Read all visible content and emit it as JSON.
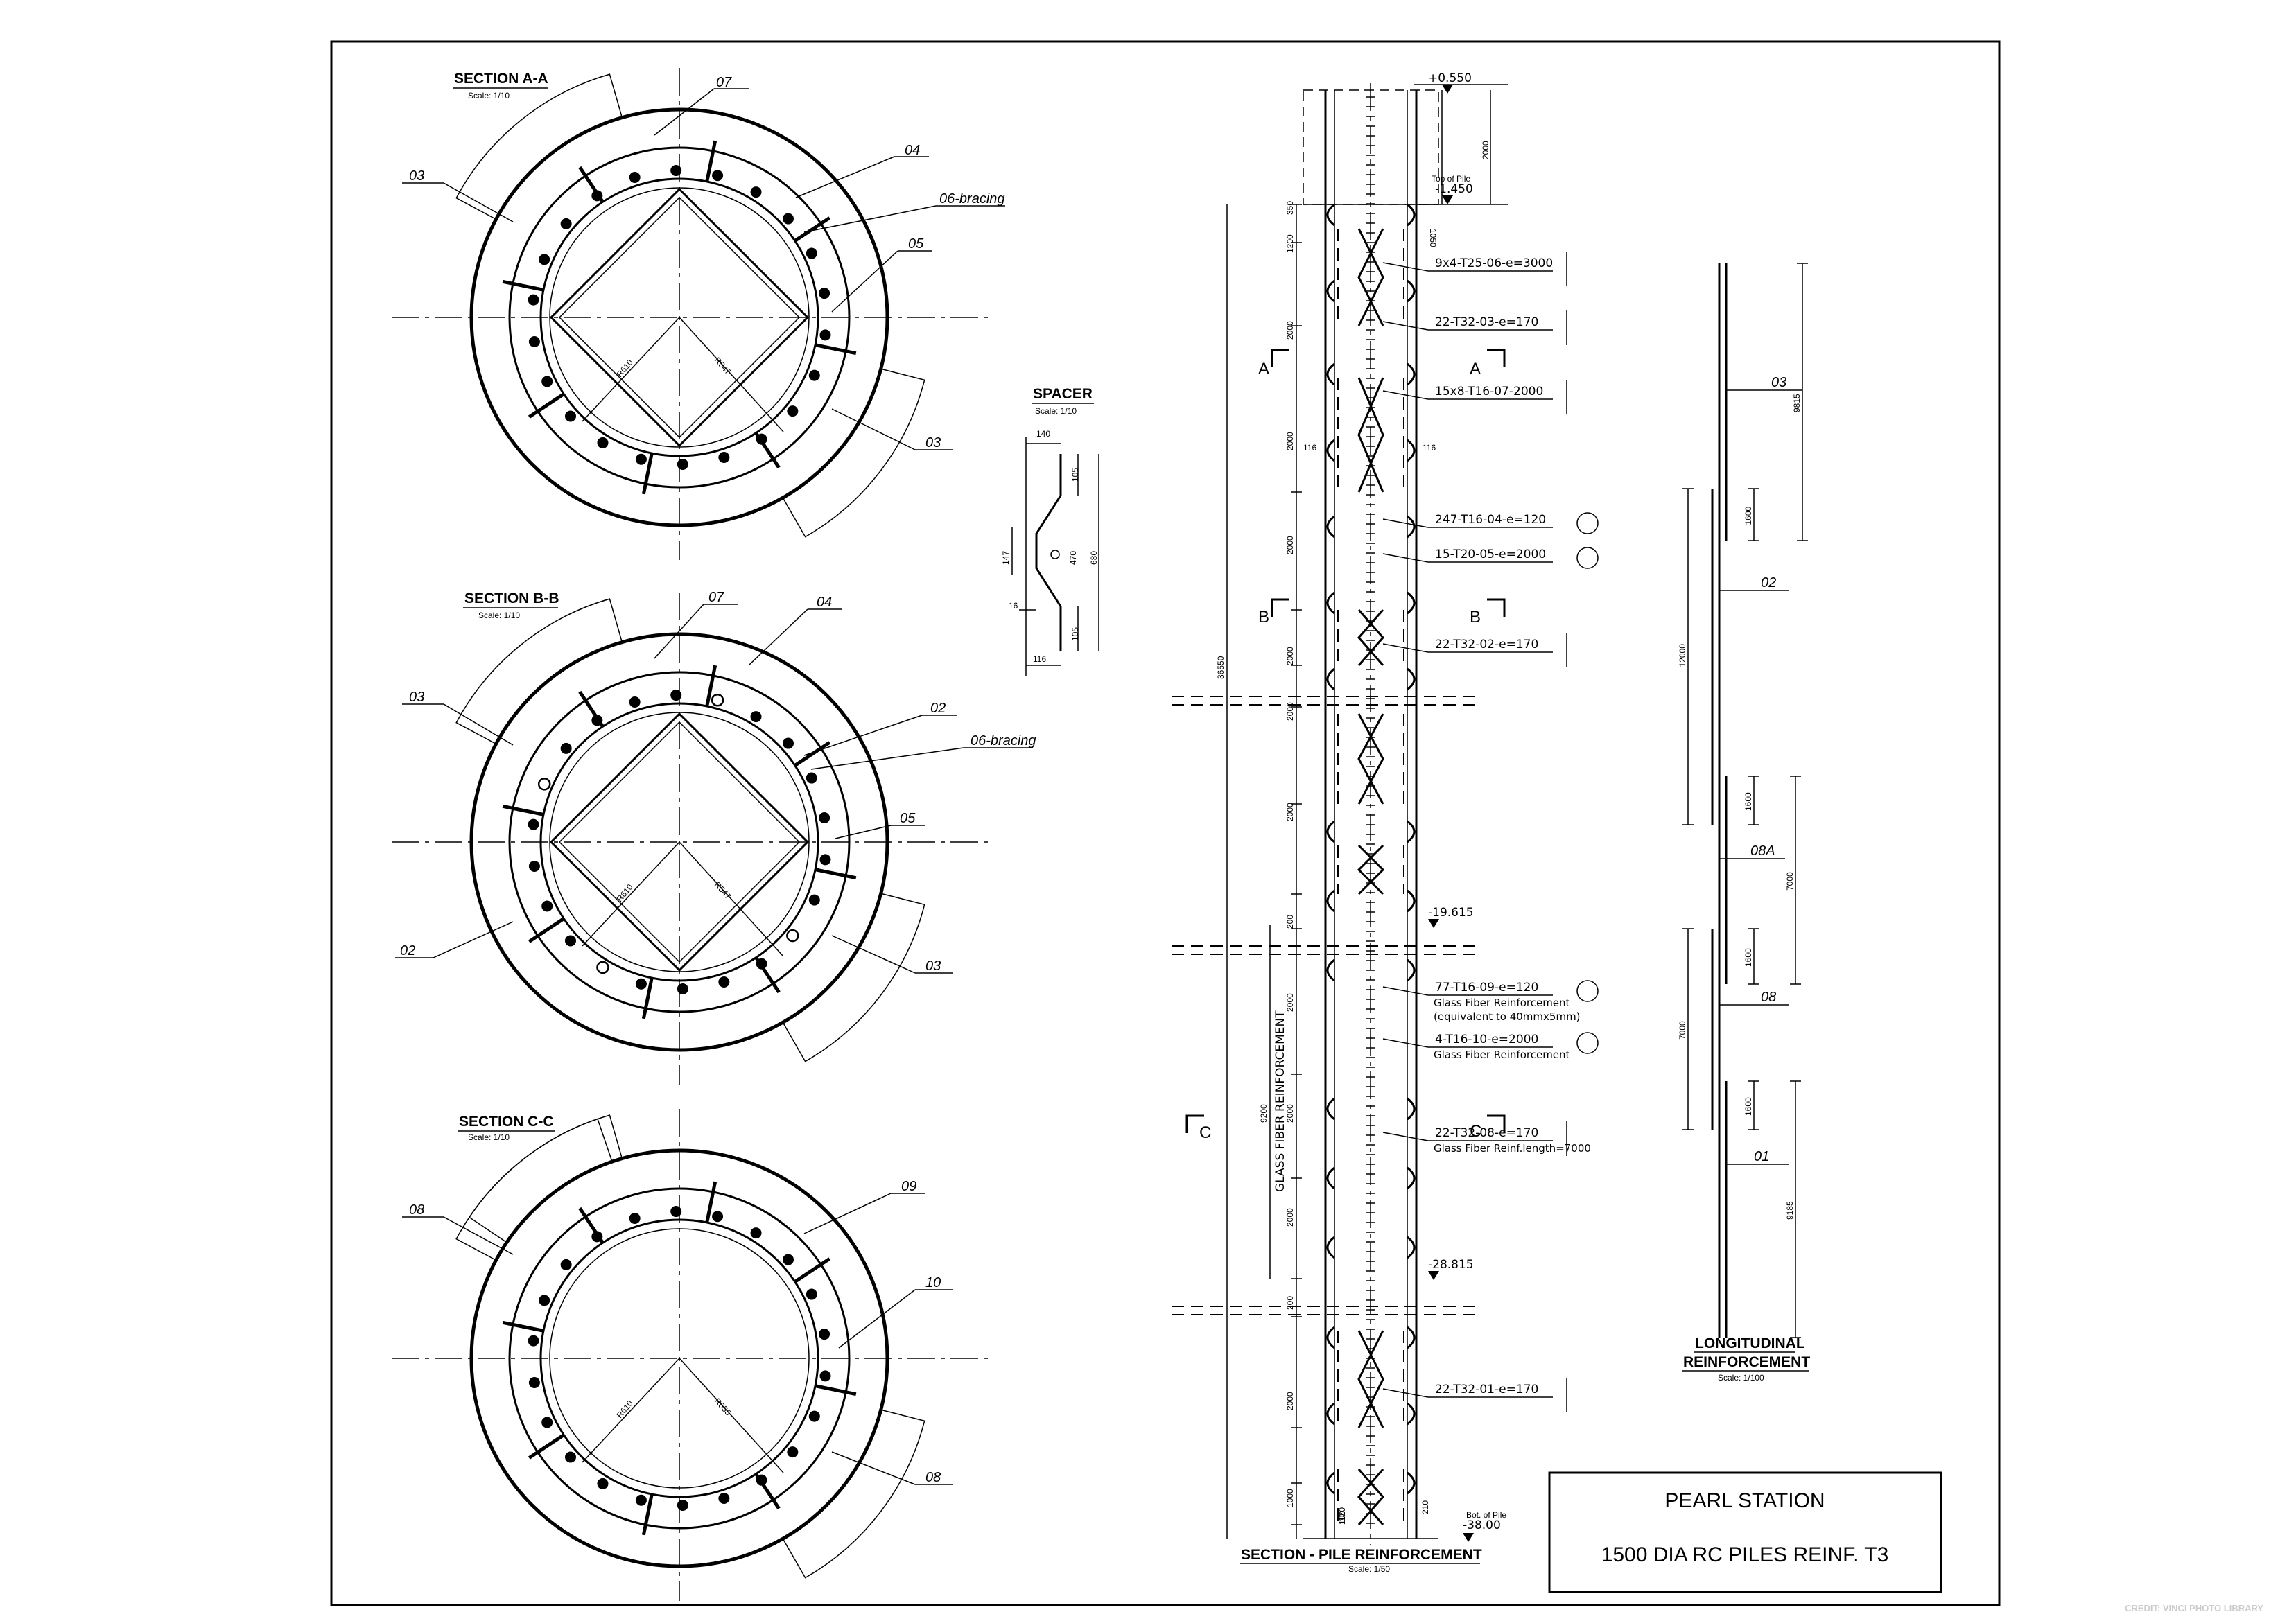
{
  "title_block": {
    "project": "PEARL STATION",
    "drawing": "1500 DIA RC PILES REINF. T3"
  },
  "credit": "CREDIT: VINCI PHOTO LIBRARY",
  "sections": [
    {
      "title": "SECTION A-A",
      "scale": "Scale: 1/10",
      "radii": [
        "R610",
        "R547"
      ],
      "labels": [
        "07",
        "04",
        "06-bracing",
        "05",
        "03",
        "03"
      ]
    },
    {
      "title": "SECTION B-B",
      "scale": "Scale: 1/10",
      "radii": [
        "R610",
        "R547"
      ],
      "labels": [
        "07",
        "04",
        "03",
        "02",
        "06-bracing",
        "05",
        "02",
        "03"
      ]
    },
    {
      "title": "SECTION C-C",
      "scale": "Scale: 1/10",
      "radii": [
        "R610",
        "R555"
      ],
      "labels": [
        "08",
        "09",
        "10",
        "08"
      ]
    }
  ],
  "spacer": {
    "title": "SPACER",
    "scale": "Scale: 1/10",
    "dims": [
      "140",
      "105",
      "147",
      "470",
      "680",
      "16",
      "105",
      "116"
    ]
  },
  "pile": {
    "title": "SECTION - PILE REINFORCEMENT",
    "scale": "Scale: 1/50",
    "levels": [
      "+0.550",
      "Top of Pile",
      "-1.450",
      "-19.615",
      "-28.815",
      "Bot. of Pile",
      "-38.00"
    ],
    "section_marks": [
      "A",
      "A",
      "B",
      "B",
      "C",
      "C"
    ],
    "total_length": "36550",
    "glass_fiber_length": "9200",
    "glass_fiber_note": "GLASS FIBER REINFORCEMENT",
    "dims_left": [
      "350",
      "1200",
      "2000",
      "2000",
      "2000",
      "2000",
      "2000",
      "2000",
      "200",
      "2000",
      "2000",
      "2000",
      "200",
      "2000",
      "1000",
      "100",
      "120"
    ],
    "dims_right": [
      "2000",
      "1050",
      "116",
      "116",
      "210"
    ],
    "callouts": [
      {
        "text": "9x4-T25-06-e=3000"
      },
      {
        "text": "22-T32-03-e=170"
      },
      {
        "text": "15x8-T16-07-2000"
      },
      {
        "text": "247-T16-04-e=120"
      },
      {
        "text": "15-T20-05-e=2000"
      },
      {
        "text": "22-T32-02-e=170"
      },
      {
        "text": "77-T16-09-e=120",
        "sub": [
          "Glass Fiber Reinforcement",
          "(equivalent to 40mmx5mm)"
        ]
      },
      {
        "text": "4-T16-10-e=2000",
        "sub": [
          "Glass Fiber Reinforcement"
        ]
      },
      {
        "text": "22-T32-08-e=170",
        "sub": [
          "Glass Fiber Reinf.length=7000"
        ]
      },
      {
        "text": "22-T32-01-e=170"
      }
    ]
  },
  "longitudinal": {
    "title_line1": "LONGITUDINAL",
    "title_line2": "REINFORCEMENT",
    "scale": "Scale: 1/100",
    "labels": [
      "03",
      "02",
      "08A",
      "08",
      "01"
    ],
    "dims": [
      "9815",
      "1600",
      "12000",
      "1600",
      "7000",
      "1600",
      "7000",
      "1600",
      "9185"
    ]
  }
}
